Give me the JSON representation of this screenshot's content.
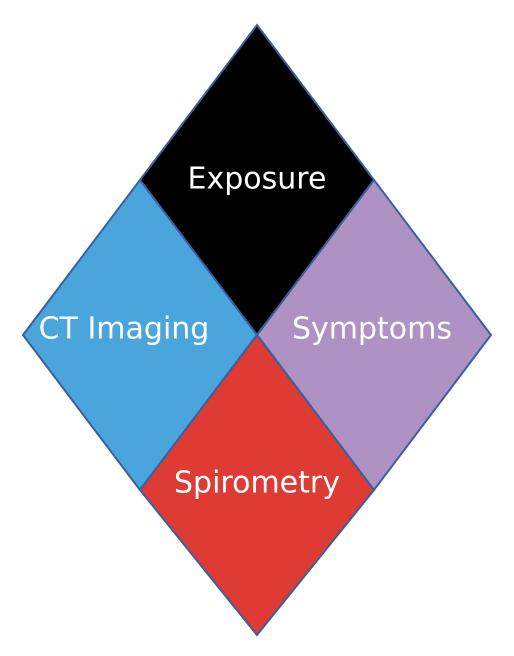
{
  "diagram": {
    "quadrants": {
      "top": {
        "label": "Exposure",
        "color": "#000000"
      },
      "left": {
        "label": "CT Imaging",
        "color": "#4aa5dc"
      },
      "right": {
        "label": "Symptoms",
        "color": "#ad92c3"
      },
      "bottom": {
        "label": "Spirometry",
        "color": "#dd3b33"
      }
    },
    "outline_color": "#3a5f9e"
  }
}
